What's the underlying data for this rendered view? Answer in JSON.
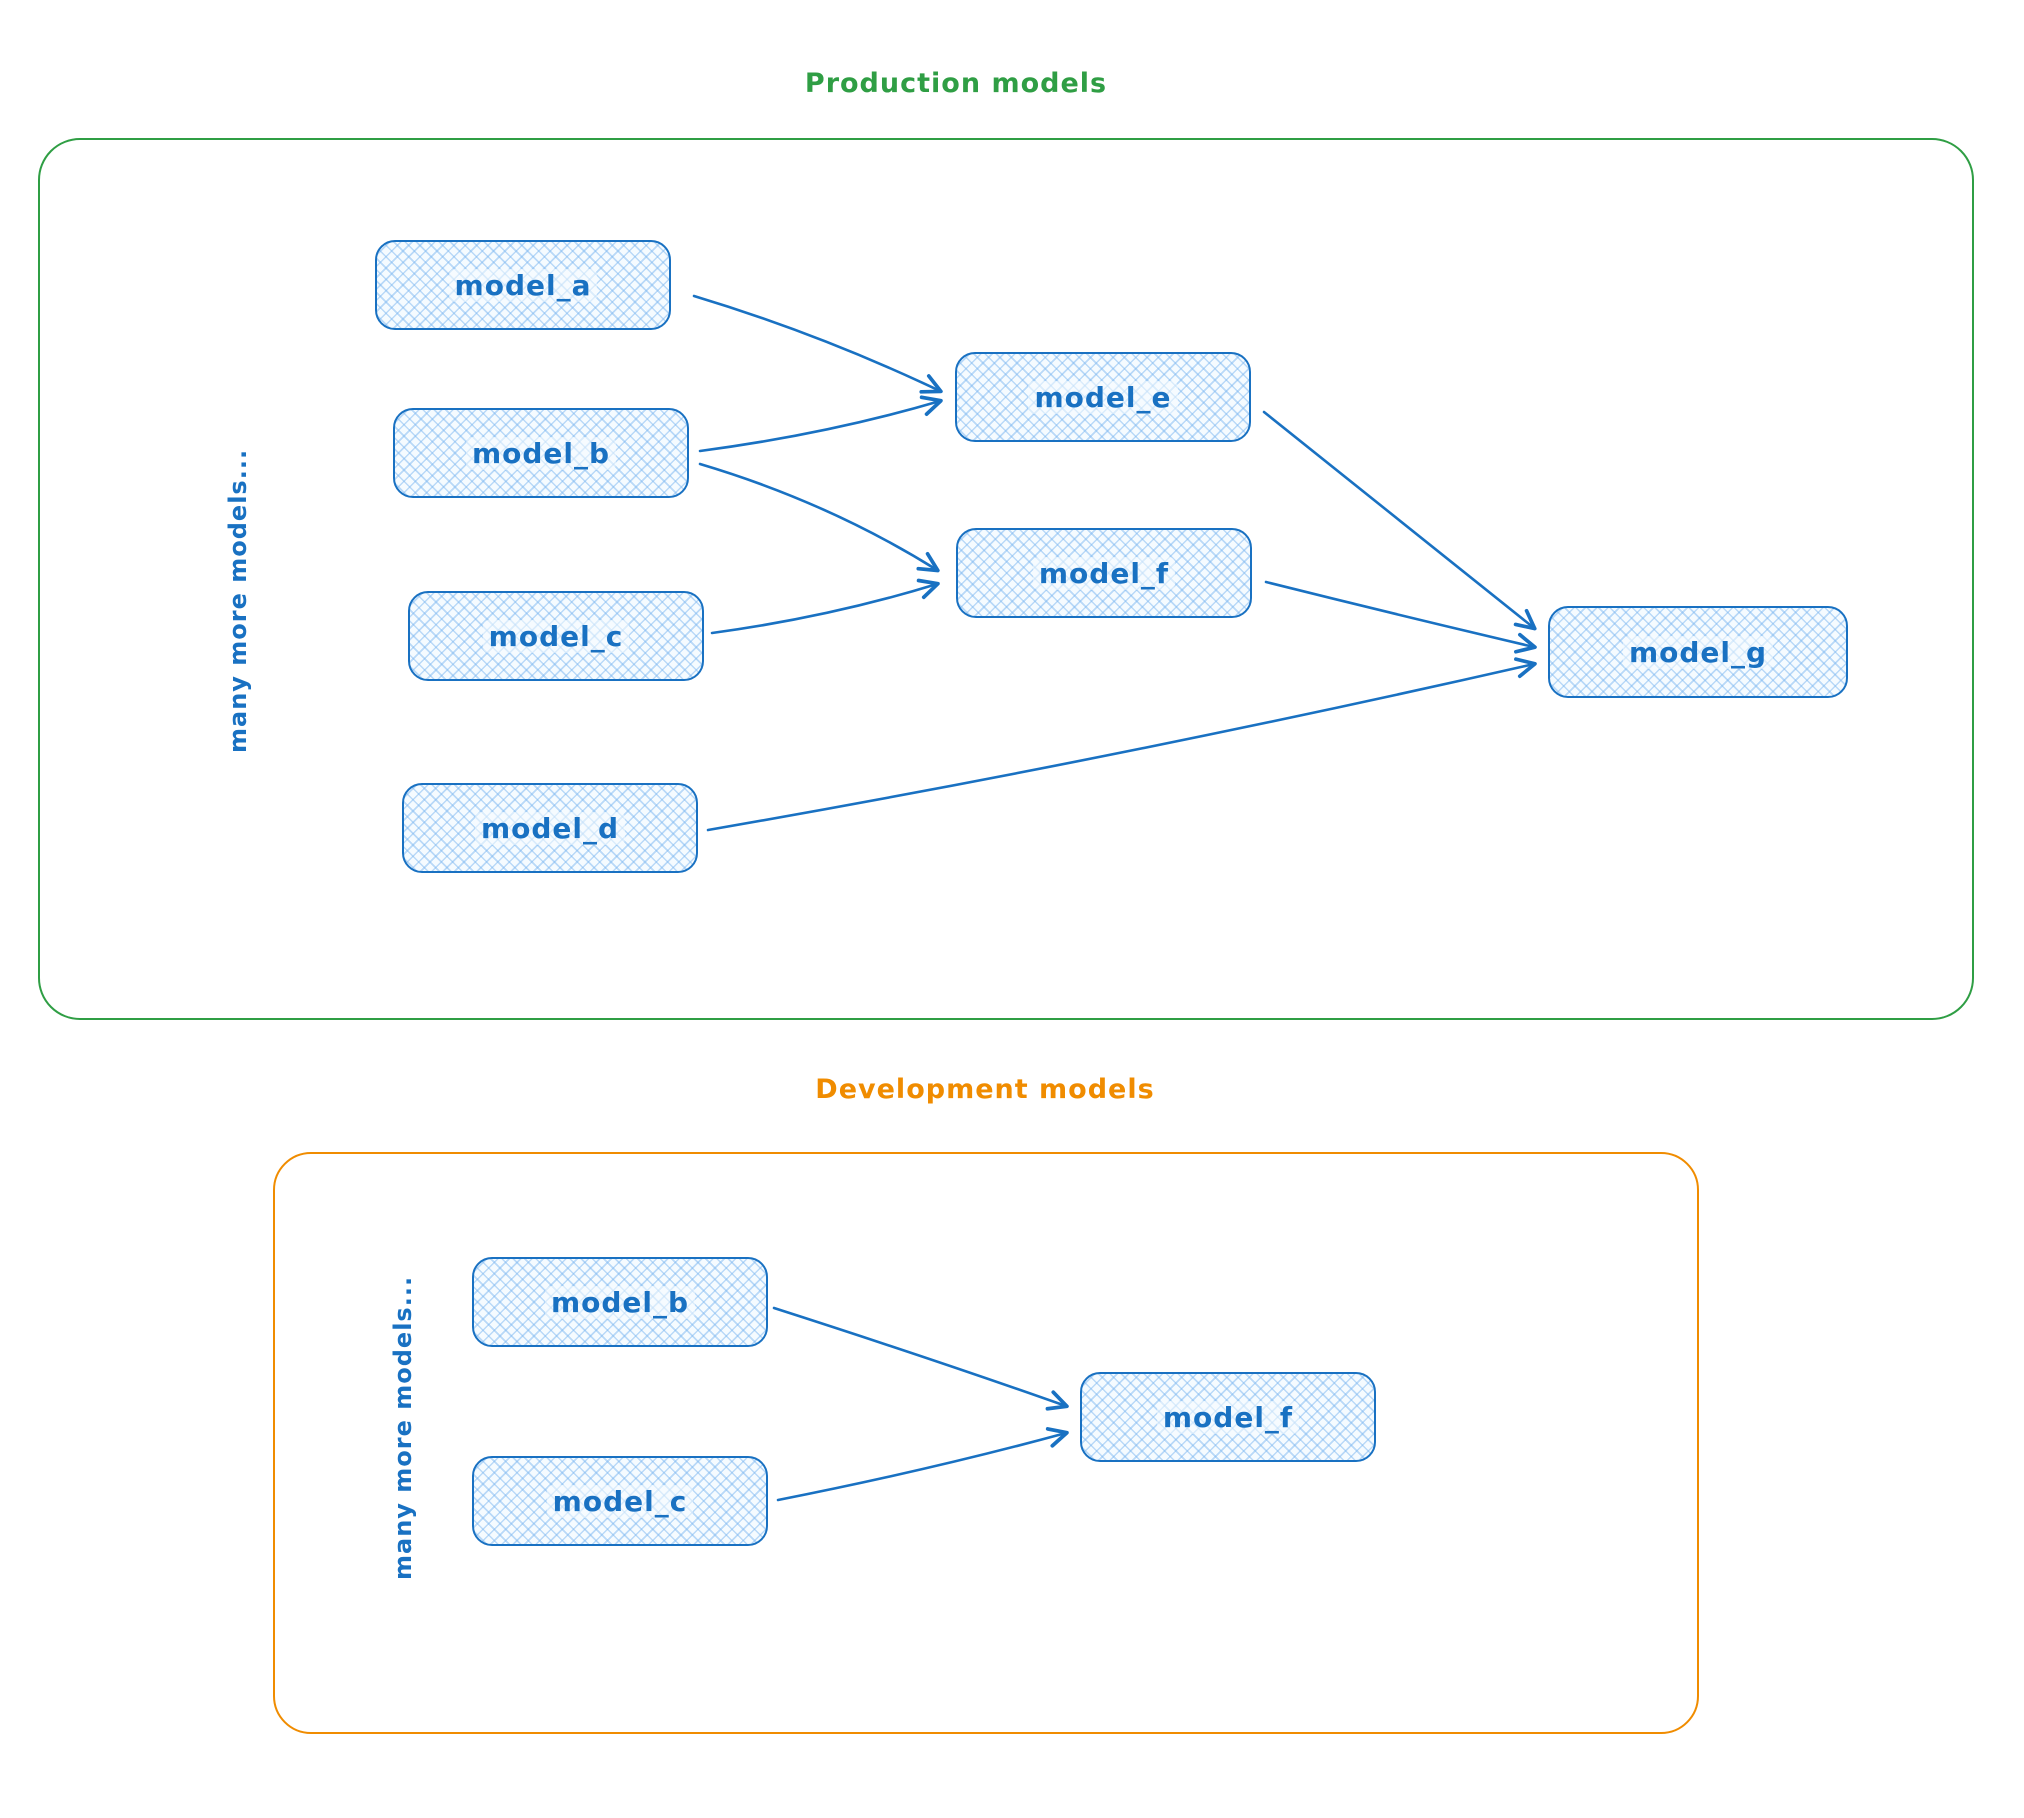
{
  "colors": {
    "node_stroke": "#1971c2",
    "node_fill": "#a5d8ff",
    "production_border": "#2f9e44",
    "development_border": "#f08c00"
  },
  "production": {
    "title": "Production models",
    "side_label": "many more models...",
    "nodes": [
      {
        "id": "model_a",
        "label": "model_a"
      },
      {
        "id": "model_b",
        "label": "model_b"
      },
      {
        "id": "model_c",
        "label": "model_c"
      },
      {
        "id": "model_d",
        "label": "model_d"
      },
      {
        "id": "model_e",
        "label": "model_e"
      },
      {
        "id": "model_f",
        "label": "model_f"
      },
      {
        "id": "model_g",
        "label": "model_g"
      }
    ],
    "edges": [
      {
        "from": "model_a",
        "to": "model_e"
      },
      {
        "from": "model_b",
        "to": "model_e"
      },
      {
        "from": "model_b",
        "to": "model_f"
      },
      {
        "from": "model_c",
        "to": "model_f"
      },
      {
        "from": "model_e",
        "to": "model_g"
      },
      {
        "from": "model_f",
        "to": "model_g"
      },
      {
        "from": "model_d",
        "to": "model_g"
      }
    ]
  },
  "development": {
    "title": "Development models",
    "side_label": "many more models...",
    "nodes": [
      {
        "id": "model_b",
        "label": "model_b"
      },
      {
        "id": "model_c",
        "label": "model_c"
      },
      {
        "id": "model_f",
        "label": "model_f"
      }
    ],
    "edges": [
      {
        "from": "model_b",
        "to": "model_f"
      },
      {
        "from": "model_c",
        "to": "model_f"
      }
    ]
  }
}
